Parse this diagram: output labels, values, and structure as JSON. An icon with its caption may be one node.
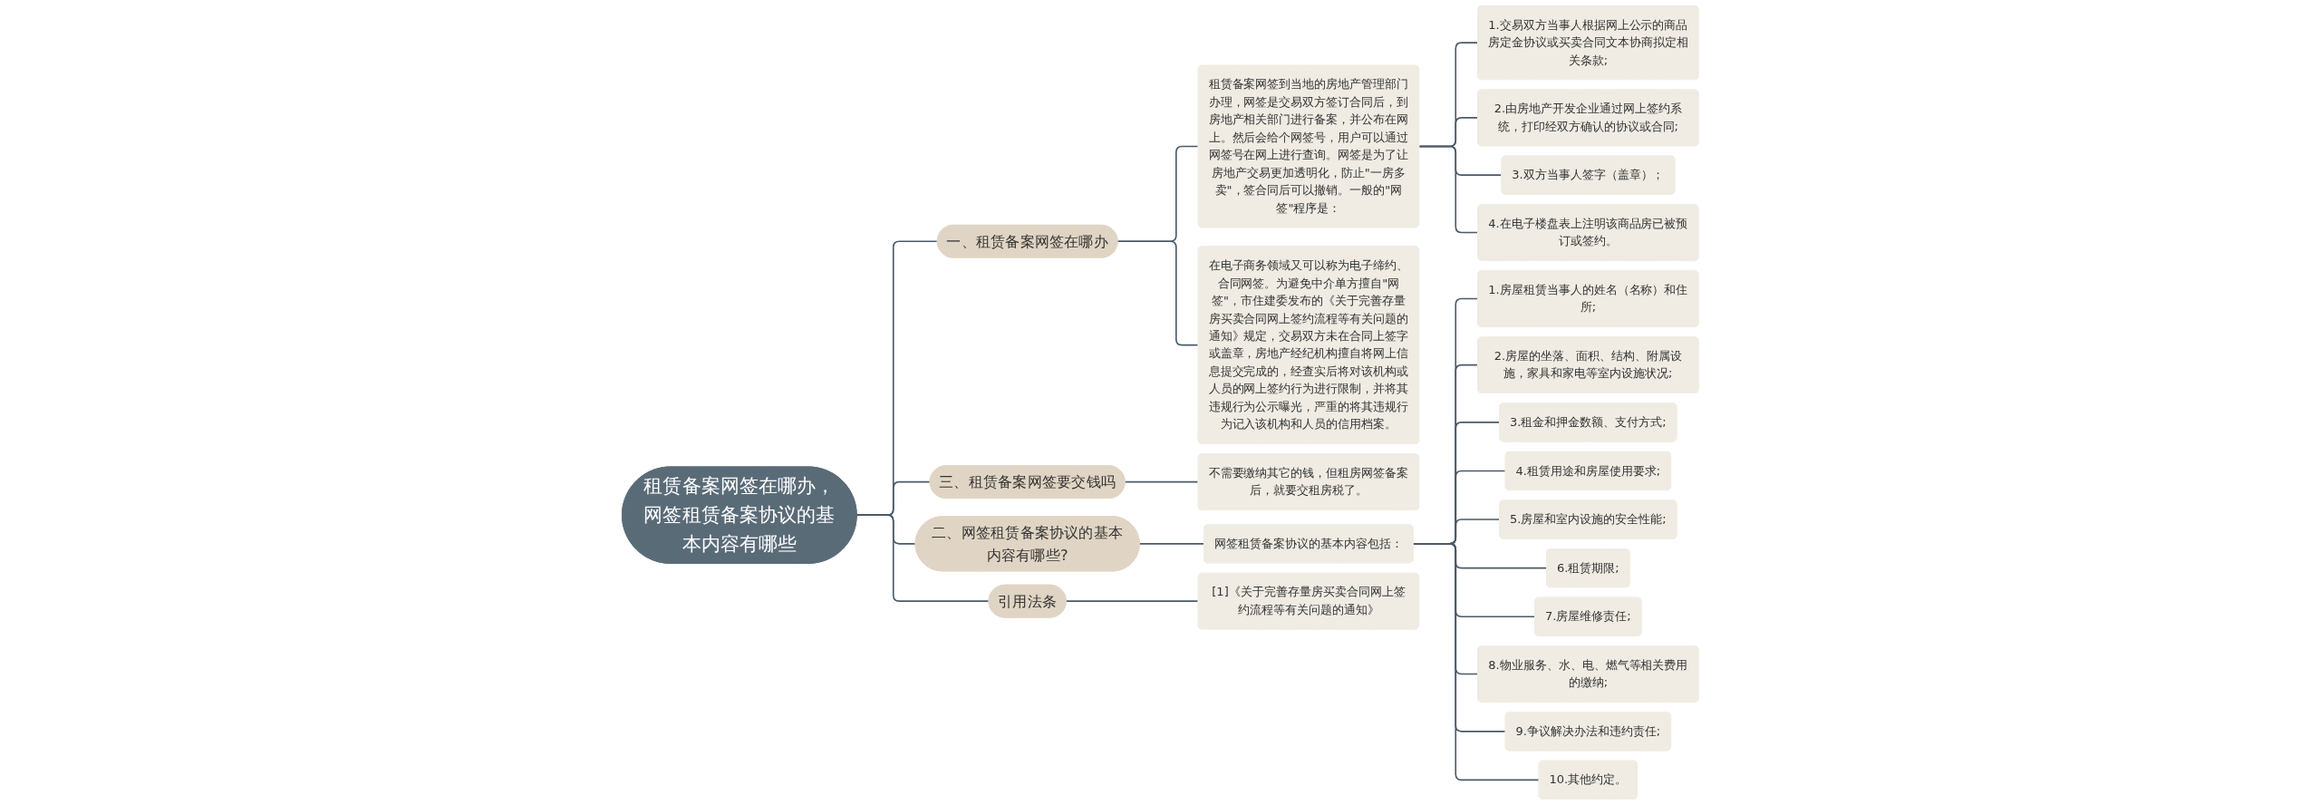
{
  "diagram": {
    "nodes": [
      {
        "text": [
          "租赁备案网签在哪办，网签租赁备案协议的基本内容有哪些"
        ]
      },
      {
        "text": [
          "一、租赁备案网签在哪办"
        ]
      },
      {
        "text": [
          "租赁备案网签到当地的房地产管理部门办理，网签是交易双方签订合同后，到房地产相关部门进行备案，并公布在网上。然后会给个网签号，用户可以通过网签号在网上进行查询。网签是为了让房地产交易更加透明化，防止\"一房多卖\"，签合同后可以撤销。一般的\"网签\"程序是："
        ]
      },
      {
        "text": [
          "1.交易双方当事人根据网上公示的商品房定金协议或买卖合同文本协商拟定相关条款;"
        ]
      },
      {
        "text": [
          "2.由房地产开发企业通过网上签约系统，打印经双方确认的协议或合同;"
        ]
      },
      {
        "text": [
          "3.双方当事人签字（盖章）；"
        ]
      },
      {
        "text": [
          "4.在电子楼盘表上注明该商品房已被预订或签约。"
        ]
      },
      {
        "text": [
          "在电子商务领域又可以称为电子缔约、合同网签。为避免中介单方擅自\"网签\"，市住建委发布的《关于完善存量房买卖合同网上签约流程等有关问题的通知》规定，交易双方未在合同上签字或盖章，房地产经纪机构擅自将网上信息提交完成的，经查实后将对该机构或人员的网上签约行为进行限制，并将其违规行为公示曝光，严重的将其违规行为记入该机构和人员的信用档案。"
        ]
      },
      {
        "text": [
          "三、租赁备案网签要交钱吗"
        ]
      },
      {
        "text": [
          "不需要缴纳其它的钱，但租房网签备案后，就要交租房税了。"
        ]
      },
      {
        "text": [
          "二、网签租赁备案协议的基本内容有哪些?"
        ]
      },
      {
        "text": [
          "网签租赁备案协议的基本内容包括："
        ]
      },
      {
        "text": [
          "1.房屋租赁当事人的姓名（名称）和住所;"
        ]
      },
      {
        "text": [
          "2.房屋的坐落、面积、结构、附属设施，家具和家电等室内设施状况;"
        ]
      },
      {
        "text": [
          "3.租金和押金数额、支付方式;"
        ]
      },
      {
        "text": [
          "4.租赁用途和房屋使用要求;"
        ]
      },
      {
        "text": [
          "5.房屋和室内设施的安全性能;"
        ]
      },
      {
        "text": [
          "6.租赁期限;"
        ]
      },
      {
        "text": [
          "7.房屋维修责任;"
        ]
      },
      {
        "text": [
          "8.物业服务、水、电、燃气等相关费用的缴纳;"
        ]
      },
      {
        "text": [
          "9.争议解决办法和违约责任;"
        ]
      },
      {
        "text": [
          "10.其他约定。"
        ]
      },
      {
        "text": [
          "引用法条"
        ]
      },
      {
        "text": [
          "[1]《关于完善存量房买卖合同网上签约流程等有关问题的通知》"
        ]
      }
    ],
    "edges": [
      {
        "from": 0,
        "to": 1,
        "arrow": "none"
      },
      {
        "from": 1,
        "to": 2,
        "arrow": "none"
      },
      {
        "from": 2,
        "to": 3,
        "arrow": "none"
      },
      {
        "from": 2,
        "to": 4,
        "arrow": "none"
      },
      {
        "from": 2,
        "to": 5,
        "arrow": "none"
      },
      {
        "from": 2,
        "to": 6,
        "arrow": "none"
      },
      {
        "from": 1,
        "to": 7,
        "arrow": "none"
      },
      {
        "from": 0,
        "to": 8,
        "arrow": "none"
      },
      {
        "from": 8,
        "to": 9,
        "arrow": "none"
      },
      {
        "from": 0,
        "to": 10,
        "arrow": "none"
      },
      {
        "from": 10,
        "to": 11,
        "arrow": "none"
      },
      {
        "from": 11,
        "to": 12,
        "arrow": "none"
      },
      {
        "from": 11,
        "to": 13,
        "arrow": "none"
      },
      {
        "from": 11,
        "to": 14,
        "arrow": "none"
      },
      {
        "from": 11,
        "to": 15,
        "arrow": "none"
      },
      {
        "from": 11,
        "to": 16,
        "arrow": "none"
      },
      {
        "from": 11,
        "to": 17,
        "arrow": "none"
      },
      {
        "from": 11,
        "to": 18,
        "arrow": "none"
      },
      {
        "from": 11,
        "to": 19,
        "arrow": "none"
      },
      {
        "from": 11,
        "to": 20,
        "arrow": "none"
      },
      {
        "from": 11,
        "to": 21,
        "arrow": "none"
      },
      {
        "from": 0,
        "to": 22,
        "arrow": "none"
      },
      {
        "from": 22,
        "to": 23,
        "arrow": "none"
      }
    ]
  }
}
